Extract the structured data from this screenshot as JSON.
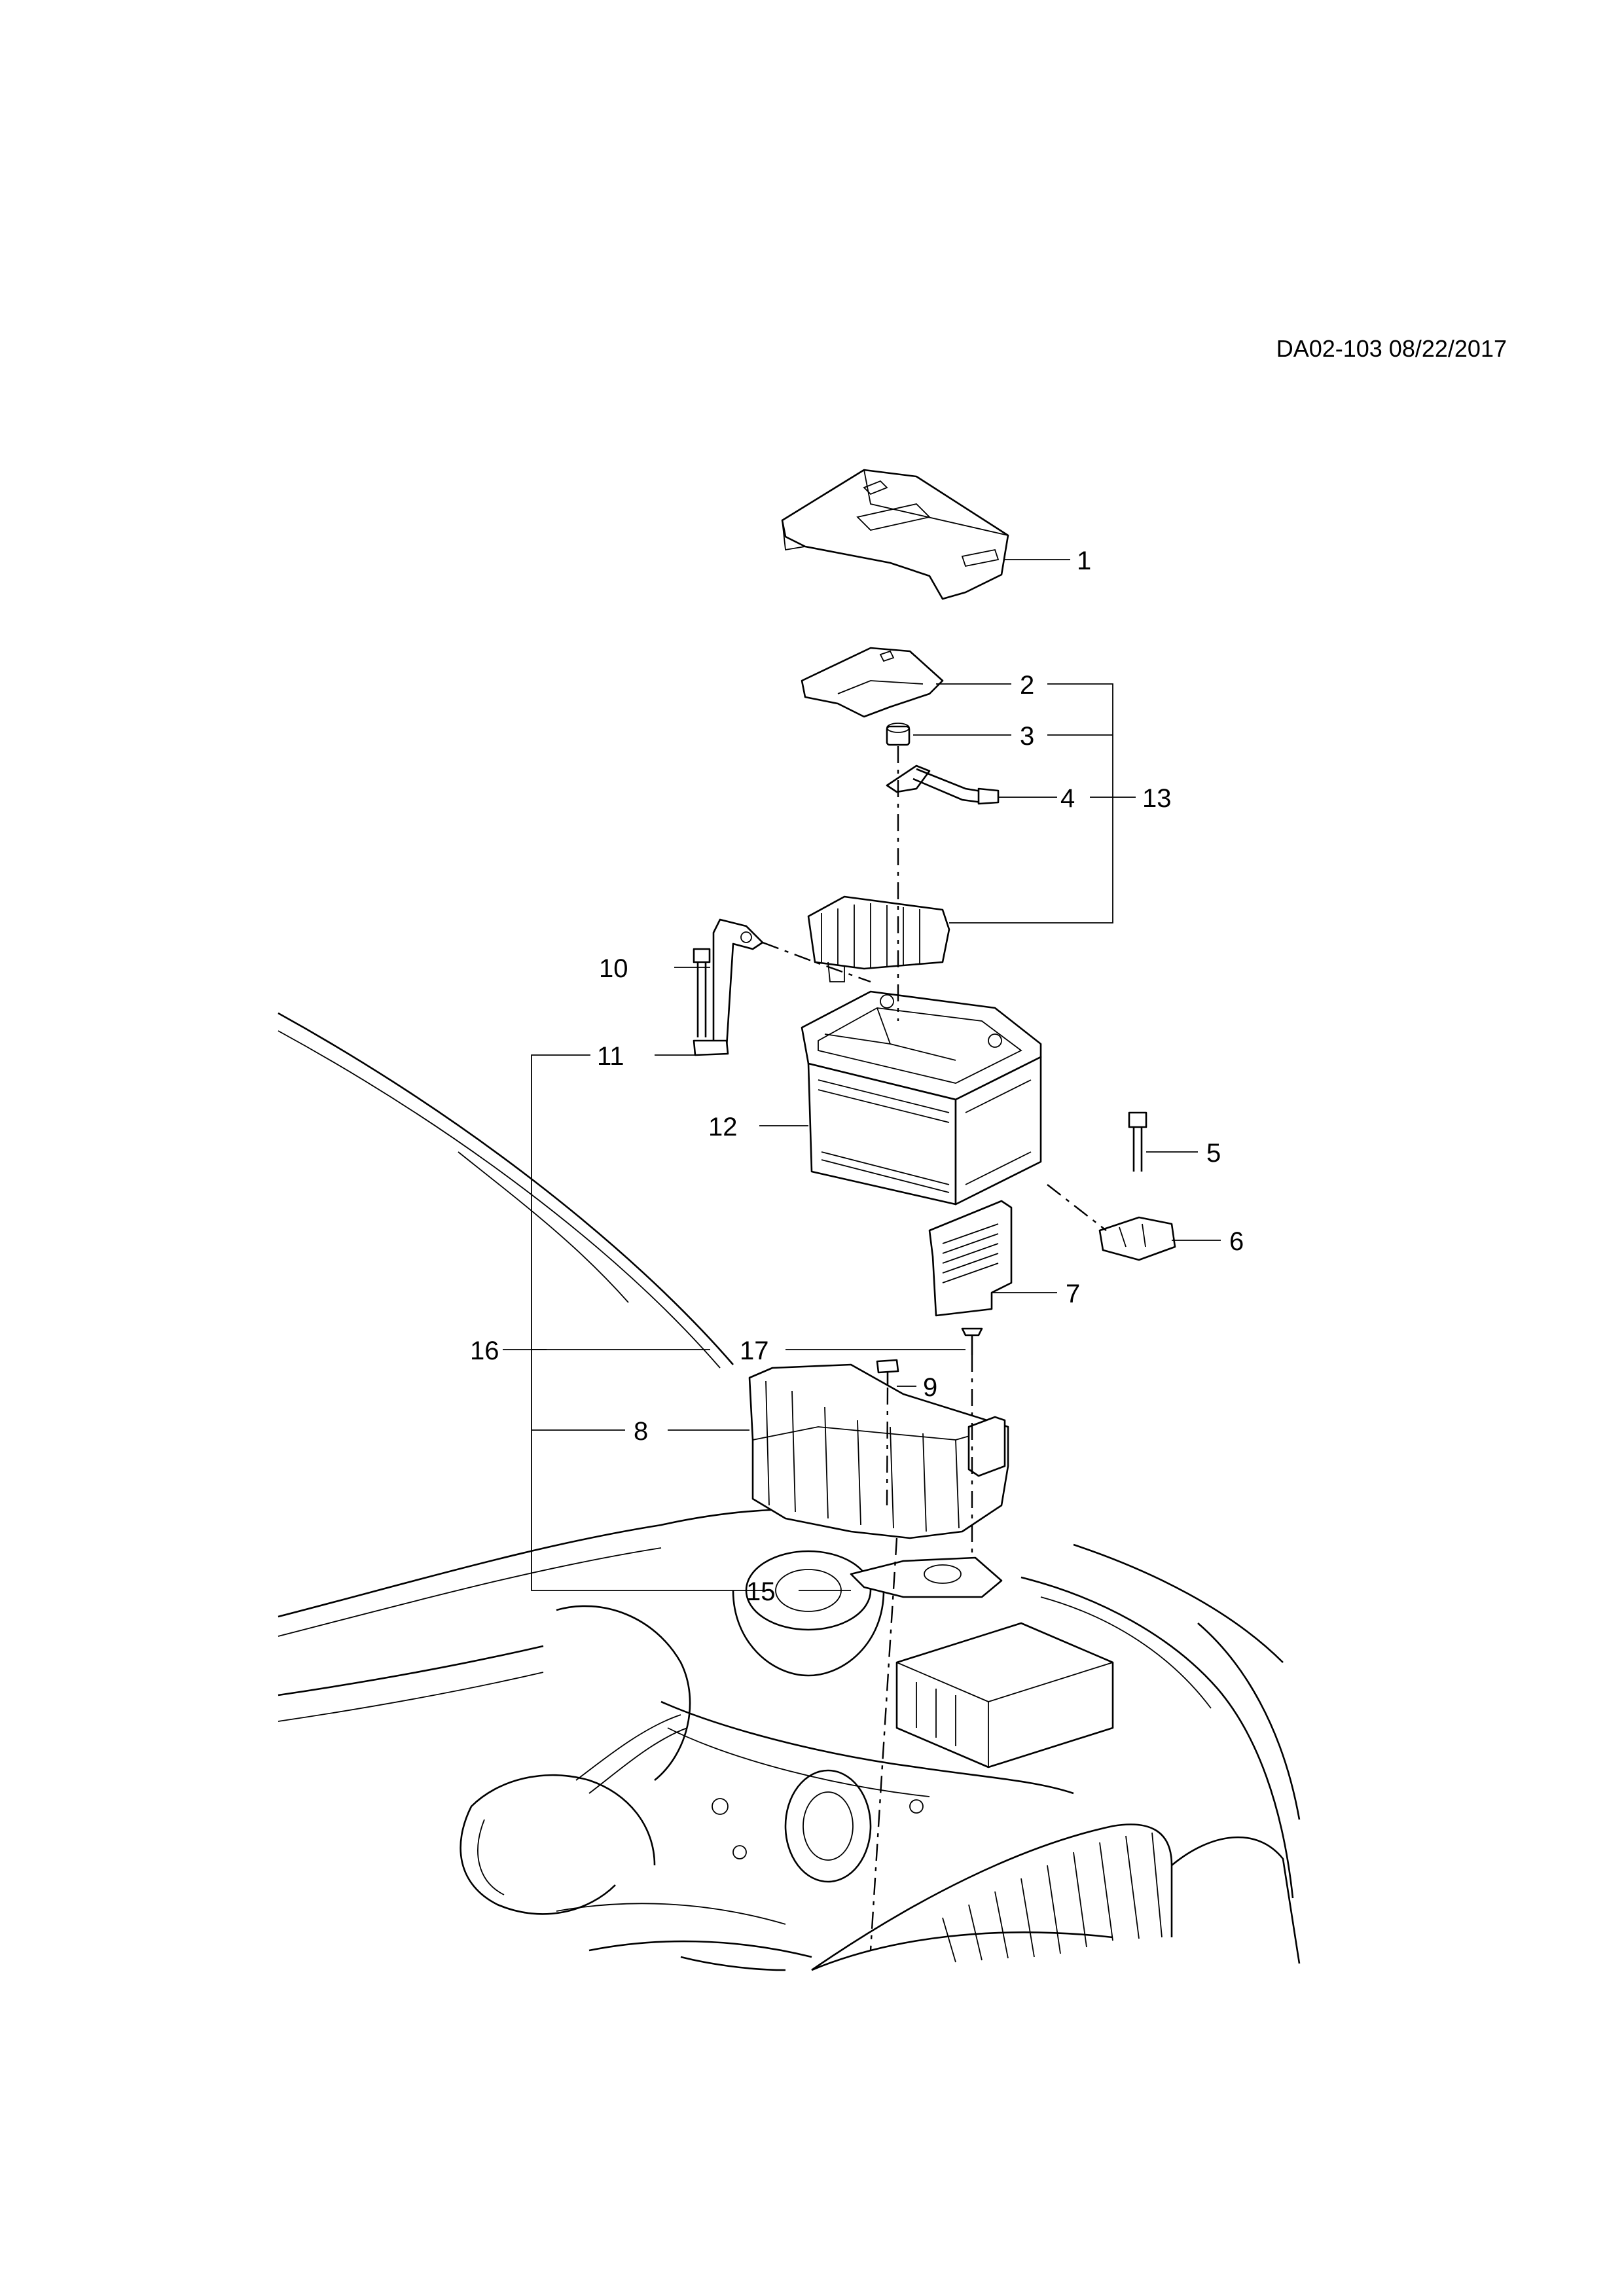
{
  "diagram_code": "DA02-103 08/22/2017",
  "callouts": [
    {
      "id": "1",
      "label": "1"
    },
    {
      "id": "2",
      "label": "2"
    },
    {
      "id": "3",
      "label": "3"
    },
    {
      "id": "4",
      "label": "4"
    },
    {
      "id": "5",
      "label": "5"
    },
    {
      "id": "6",
      "label": "6"
    },
    {
      "id": "7",
      "label": "7"
    },
    {
      "id": "8",
      "label": "8"
    },
    {
      "id": "9",
      "label": "9"
    },
    {
      "id": "10",
      "label": "10"
    },
    {
      "id": "11",
      "label": "11"
    },
    {
      "id": "12",
      "label": "12"
    },
    {
      "id": "13",
      "label": "13"
    },
    {
      "id": "15",
      "label": "15"
    },
    {
      "id": "16",
      "label": "16"
    },
    {
      "id": "17",
      "label": "17"
    }
  ]
}
